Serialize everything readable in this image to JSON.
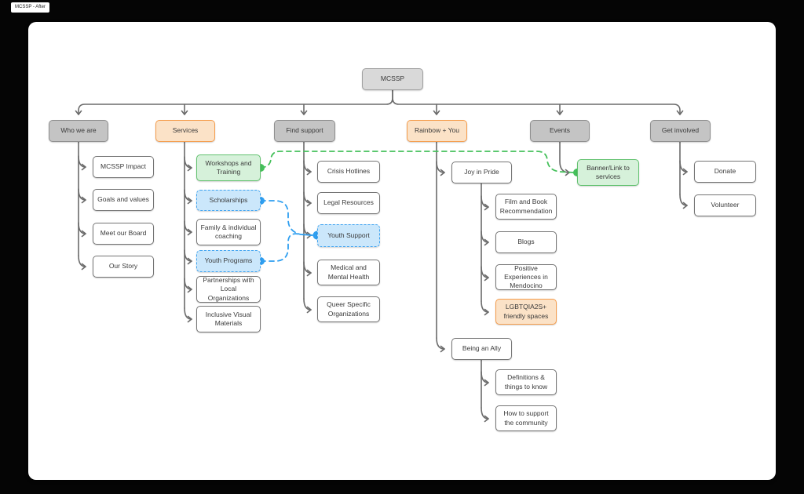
{
  "frame": {
    "label": "MCSSP - After"
  },
  "root": {
    "label": "MCSSP"
  },
  "branches": {
    "who_we_are": {
      "label": "Who we are",
      "items": [
        "MCSSP Impact",
        "Goals and values",
        "Meet our Board",
        "Our Story"
      ]
    },
    "services": {
      "label": "Services",
      "items": [
        "Workshops and Training",
        "Scholarships",
        "Family & individual coaching",
        "Youth Programs",
        "Partnerships with Local Organizations",
        "Inclusive Visual Materials"
      ]
    },
    "find_support": {
      "label": "Find support",
      "items": [
        "Crisis Hotlines",
        "Legal Resources",
        "Youth Support",
        "Medical and Mental Health",
        "Queer Specific Organizations"
      ]
    },
    "rainbow_you": {
      "label": "Rainbow + You",
      "joy_in_pride": {
        "label": "Joy in Pride",
        "items": [
          "Film and Book Recommendation",
          "Blogs",
          "Positive Experiences in Mendocino",
          "LGBTQIA2S+ friendly spaces"
        ]
      },
      "being_an_ally": {
        "label": "Being an Ally",
        "items": [
          "Definitions & things to know",
          "How to support the community"
        ]
      }
    },
    "events": {
      "label": "Events",
      "items": [
        "Banner/Link to services"
      ]
    },
    "get_involved": {
      "label": "Get involved",
      "items": [
        "Donate",
        "Volunteer"
      ]
    }
  },
  "colors": {
    "node_gray_fill": "#c4c4c4",
    "node_gray_border": "#8f8f8f",
    "highlight_orange_fill": "#fbe2c7",
    "highlight_orange_border": "#f59d4d",
    "highlight_green_fill": "#d6f1da",
    "highlight_green_border": "#62c26f",
    "link_green": "#45c05b",
    "highlight_blue_fill": "#cbe7fb",
    "highlight_blue_border": "#41a4f0",
    "link_blue": "#2f9ff0",
    "connector_gray": "#6b6b6b"
  }
}
